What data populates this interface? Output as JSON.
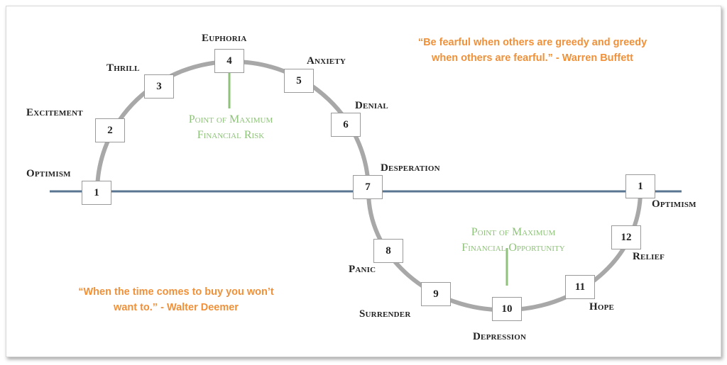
{
  "stages": [
    {
      "number": "1",
      "label": "Optimism"
    },
    {
      "number": "2",
      "label": "Excitement"
    },
    {
      "number": "3",
      "label": "Thrill"
    },
    {
      "number": "4",
      "label": "Euphoria"
    },
    {
      "number": "5",
      "label": "Anxiety"
    },
    {
      "number": "6",
      "label": "Denial"
    },
    {
      "number": "7",
      "label": "Desperation"
    },
    {
      "number": "8",
      "label": "Panic"
    },
    {
      "number": "9",
      "label": "Surrender"
    },
    {
      "number": "10",
      "label": "Depression"
    },
    {
      "number": "11",
      "label": "Hope"
    },
    {
      "number": "12",
      "label": "Relief"
    },
    {
      "number": "1",
      "label": "Optimism"
    }
  ],
  "annotations": {
    "max_risk": {
      "line1": "Point of Maximum",
      "line2": "Financial Risk"
    },
    "max_opportunity": {
      "line1": "Point of Maximum",
      "line2": "Financial Opportunity"
    }
  },
  "quotes": {
    "buffett": {
      "line1": "“Be fearful when others are greedy and greedy",
      "line2": "when others are fearful.” - Warren Buffett"
    },
    "deemer": {
      "line1": "“When the time comes to buy you won’t",
      "line2": "want to.” - Walter Deemer"
    }
  },
  "colors": {
    "axis": "#5a7591",
    "cycle": "#a8a8a8",
    "annotation": "#8fc27a",
    "quote": "#f0913a"
  }
}
